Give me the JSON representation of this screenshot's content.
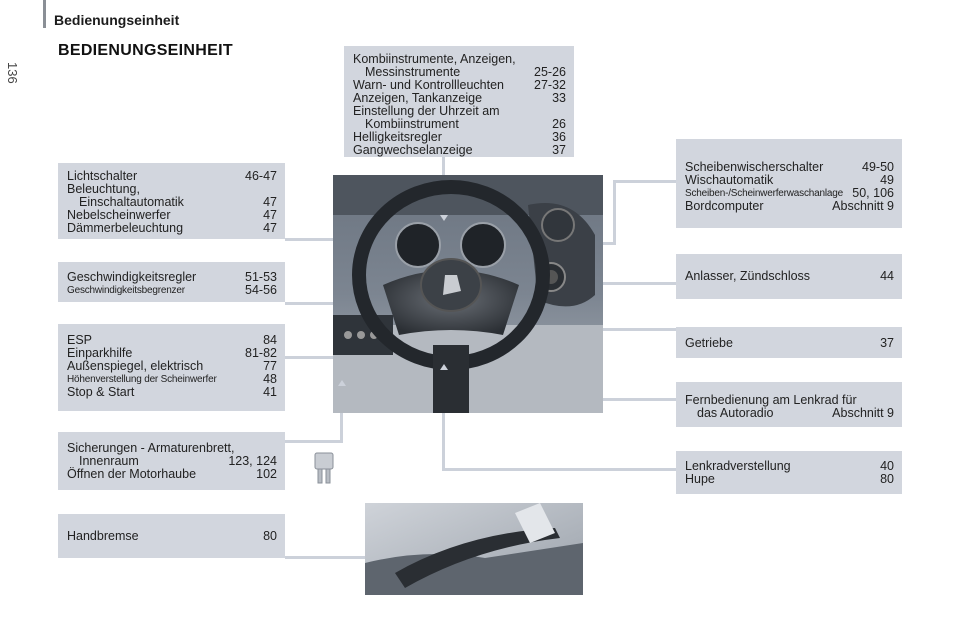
{
  "page": {
    "header": "Bedienungseinheit",
    "page_number": "136",
    "title": "BEDIENUNGSEINHEIT"
  },
  "boxes": {
    "top_center": [
      {
        "label": "Kombiinstrumente, Anzeigen,",
        "value": ""
      },
      {
        "label": "Messinstrumente",
        "value": "25-26",
        "indent": true
      },
      {
        "label": "Warn- und Kontrollleuchten",
        "value": "27-32"
      },
      {
        "label": "Anzeigen, Tankanzeige",
        "value": "33"
      },
      {
        "label": "Einstellung der Uhrzeit am",
        "value": ""
      },
      {
        "label": "Kombiinstrument",
        "value": "26",
        "indent": true
      },
      {
        "label": "Helligkeitsregler",
        "value": "36"
      },
      {
        "label": "Gangwechselanzeige",
        "value": "37"
      }
    ],
    "lights": [
      {
        "label": "Lichtschalter",
        "value": "46-47"
      },
      {
        "label": "Beleuchtung,",
        "value": ""
      },
      {
        "label": "Einschaltautomatik",
        "value": "47",
        "indent": true
      },
      {
        "label": "Nebelscheinwerfer",
        "value": "47"
      },
      {
        "label": "Dämmerbeleuchtung",
        "value": "47"
      }
    ],
    "speed": [
      {
        "label": "Geschwindigkeitsregler",
        "value": "51-53"
      },
      {
        "label": "Geschwindigkeitsbegrenzer",
        "value": "54-56",
        "small": true
      }
    ],
    "esp": [
      {
        "label": "ESP",
        "value": "84"
      },
      {
        "label": "Einparkhilfe",
        "value": "81-82"
      },
      {
        "label": "Außenspiegel, elektrisch",
        "value": "77"
      },
      {
        "label": "Höhenverstellung der Scheinwerfer",
        "value": "48",
        "small": true
      },
      {
        "label": "Stop & Start",
        "value": "41"
      }
    ],
    "fuses": [
      {
        "label": "Sicherungen - Armaturenbrett,",
        "value": ""
      },
      {
        "label": "Innenraum",
        "value": "123, 124",
        "indent": true
      },
      {
        "label": "Öffnen der Motorhaube",
        "value": "102"
      }
    ],
    "handbrake": [
      {
        "label": "Handbremse",
        "value": "80"
      }
    ],
    "wipers": [
      {
        "label": "Scheibenwischerschalter",
        "value": "49-50"
      },
      {
        "label": "Wischautomatik",
        "value": "49"
      },
      {
        "label": "Scheiben-/Scheinwerferwaschanlage",
        "value": "50, 106",
        "small": true
      },
      {
        "label": "Bordcomputer",
        "value": "Abschnitt 9"
      }
    ],
    "ignition": [
      {
        "label": "Anlasser, Zündschloss",
        "value": "44"
      }
    ],
    "gearbox": [
      {
        "label": "Getriebe",
        "value": "37"
      }
    ],
    "remote": [
      {
        "label": "Fernbedienung am Lenkrad für",
        "value": ""
      },
      {
        "label": "das Autoradio",
        "value": "Abschnitt 9",
        "indent": true
      }
    ],
    "steering": [
      {
        "label": "Lenkradverstellung",
        "value": "40"
      },
      {
        "label": "Hupe",
        "value": "80"
      }
    ]
  },
  "colors": {
    "box_bg": "#d2d6de",
    "connector": "#ccd1da",
    "photo_bg": "#5b6470"
  }
}
